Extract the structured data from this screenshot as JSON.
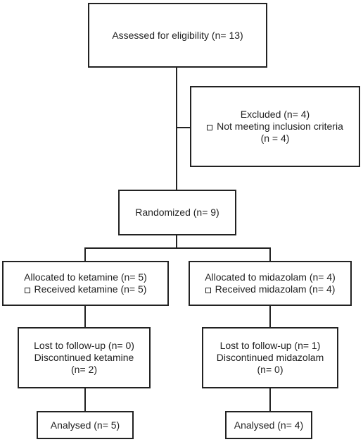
{
  "flow": {
    "assessed": "Assessed for eligibility (n= 13)",
    "excluded": {
      "title": "Excluded (n= 4)",
      "reason": "Not meeting inclusion criteria",
      "reason_count": "(n = 4)"
    },
    "randomized": "Randomized (n= 9)",
    "ketamine": {
      "allocated": "Allocated to ketamine (n= 5)",
      "received": "Received ketamine (n= 5)",
      "lost": "Lost to follow-up (n= 0)",
      "discontinued": "Discontinued ketamine",
      "discontinued_count": "(n= 2)",
      "analysed": "Analysed (n= 5)"
    },
    "midazolam": {
      "allocated": "Allocated to midazolam (n= 4)",
      "received": "Received midazolam (n= 4)",
      "lost": "Lost to follow-up (n= 1)",
      "discontinued": "Discontinued midazolam",
      "discontinued_count": "(n= 0)",
      "analysed": "Analysed (n= 4)"
    }
  },
  "colors": {
    "line": "#222222",
    "background": "#ffffff"
  }
}
